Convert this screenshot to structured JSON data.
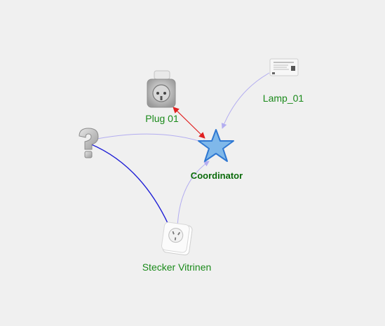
{
  "colors": {
    "background": "#f0f0f0",
    "label": "#1a8a1a",
    "coordinator_label": "#0b6b0b",
    "star_fill": "#7fb8ea",
    "star_stroke": "#2f78d2",
    "link_light": "#b3adf0",
    "link_strong": "#1f1fd6",
    "link_active": "#e02020"
  },
  "nodes": {
    "coordinator": {
      "label": "Coordinator",
      "icon": "star-icon"
    },
    "plug01": {
      "label": "Plug 01",
      "icon": "smart-plug-icon"
    },
    "lamp01": {
      "label": "Lamp_01",
      "icon": "led-controller-icon"
    },
    "stecker": {
      "label": "Stecker Vitrinen",
      "icon": "wall-plug-icon"
    },
    "unknown": {
      "label": "",
      "icon": "question-mark-icon"
    }
  },
  "links": [
    {
      "from": "unknown",
      "to": "coordinator",
      "style": "light"
    },
    {
      "from": "lamp01",
      "to": "coordinator",
      "style": "light"
    },
    {
      "from": "stecker",
      "to": "coordinator",
      "style": "light"
    },
    {
      "from": "unknown",
      "to": "stecker",
      "style": "strong"
    },
    {
      "from": "coordinator",
      "to": "plug01",
      "style": "active"
    }
  ]
}
